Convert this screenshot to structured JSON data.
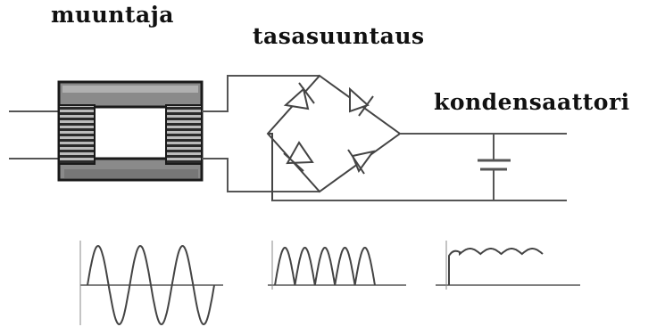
{
  "labels": {
    "transformer": "muuntaja",
    "rectifier": "tasasuuntaus",
    "capacitor": "kondensaattori"
  },
  "colors": {
    "wire": "#555555",
    "core_outer": "#1a1a1a",
    "core_fill": "#8a8a8a",
    "winding": "#2a2a2a",
    "diode": "#444444"
  },
  "waveforms": [
    {
      "stage": "ac-sine",
      "cycles": 3
    },
    {
      "stage": "full-wave-rectified",
      "humps": 5
    },
    {
      "stage": "smoothed-ripple",
      "ripples": 4
    }
  ]
}
